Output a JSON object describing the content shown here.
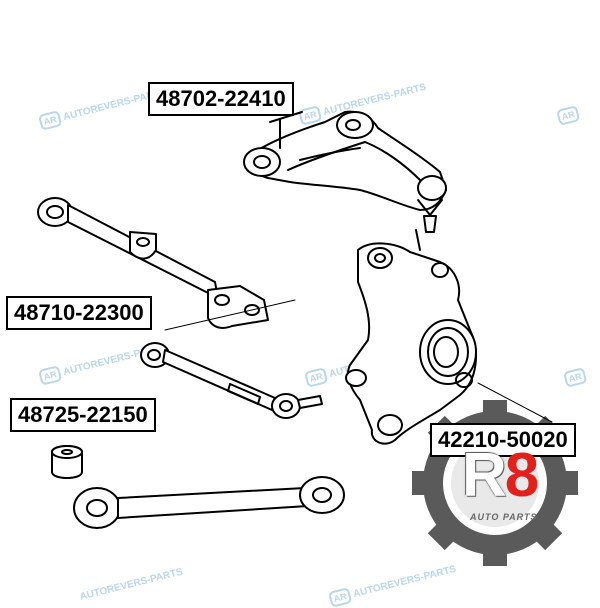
{
  "parts": {
    "upper_arm": "48702-22410",
    "trailing_arm": "48710-22300",
    "bushing": "48725-22150",
    "knuckle": "42210-50020"
  },
  "watermark": {
    "badge": "AR",
    "text": "AUTOREVERS-PARTS"
  },
  "brand": {
    "logo_letter": "R",
    "logo_number": "8",
    "tagline": "AUTO PARTS",
    "accent_color": "#e2211c",
    "gear_color": "#5a5a5a"
  }
}
